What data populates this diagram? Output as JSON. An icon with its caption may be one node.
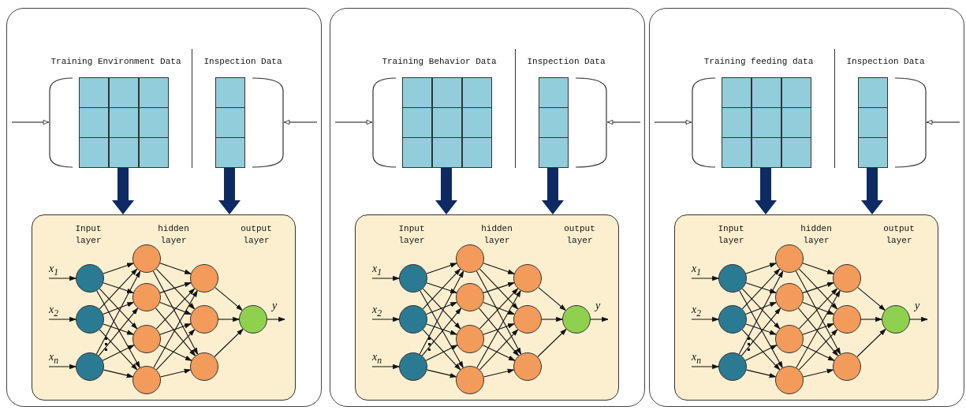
{
  "diagram": {
    "nodes": [
      {
        "text": [],
        "shape": "box"
      },
      {
        "text": [
          "Training Environment Data"
        ],
        "in": 0
      },
      {
        "text": [
          "Inspection Data"
        ],
        "in": 0
      },
      {
        "text": [
          "Input layer",
          "hidden layer",
          "output layer"
        ],
        "in": 0
      },
      {
        "text": [
          "x$_{1}$"
        ],
        "in": 3
      },
      {
        "text": [
          "x$_{2}$"
        ],
        "in": 3
      },
      {
        "text": [
          "x$_{n}$"
        ],
        "in": 3
      },
      {
        "text": [],
        "shape": "circle",
        "in": 3
      },
      {
        "text": [],
        "shape": "circle",
        "in": 3
      },
      {
        "text": [],
        "shape": "circle",
        "in": 3
      },
      {
        "text": [],
        "shape": "circle",
        "in": 3
      },
      {
        "text": [],
        "shape": "circle",
        "in": 3
      },
      {
        "text": [],
        "shape": "circle",
        "in": 3
      },
      {
        "text": [],
        "shape": "circle",
        "in": 3
      },
      {
        "text": [],
        "shape": "circle",
        "in": 3
      },
      {
        "text": [],
        "shape": "circle",
        "in": 3
      },
      {
        "text": [],
        "shape": "circle",
        "in": 3
      },
      {
        "text": [],
        "shape": "circle",
        "in": 3
      },
      {
        "text": [
          "y"
        ],
        "in": 3
      },
      {
        "text": [],
        "shape": "box"
      },
      {
        "text": [
          "Training Behavior Data"
        ],
        "in": 19
      },
      {
        "text": [
          "Inspection Data"
        ],
        "in": 19
      },
      {
        "text": [
          "Input layer",
          "hidden layer",
          "output layer"
        ],
        "in": 19
      },
      {
        "text": [
          "x$_{1}$"
        ],
        "in": 22
      },
      {
        "text": [
          "x$_{2}$"
        ],
        "in": 22
      },
      {
        "text": [
          "x$_{n}$"
        ],
        "in": 22
      },
      {
        "text": [],
        "shape": "circle",
        "in": 22
      },
      {
        "text": [],
        "shape": "circle",
        "in": 22
      },
      {
        "text": [],
        "shape": "circle",
        "in": 22
      },
      {
        "text": [],
        "shape": "circle",
        "in": 22
      },
      {
        "text": [],
        "shape": "circle",
        "in": 22
      },
      {
        "text": [],
        "shape": "circle",
        "in": 22
      },
      {
        "text": [],
        "shape": "circle",
        "in": 22
      },
      {
        "text": [],
        "shape": "circle",
        "in": 22
      },
      {
        "text": [],
        "shape": "circle",
        "in": 22
      },
      {
        "text": [],
        "shape": "circle",
        "in": 22
      },
      {
        "text": [],
        "shape": "circle",
        "in": 22
      },
      {
        "text": [
          "y"
        ],
        "in": 22
      },
      {
        "text": [],
        "shape": "box"
      },
      {
        "text": [
          "Training feeding data"
        ],
        "in": 38
      },
      {
        "text": [
          "Inspection Data"
        ],
        "in": 38
      },
      {
        "text": [
          "Input layer",
          "hidden layer",
          "output layer"
        ],
        "in": 38
      },
      {
        "text": [
          "x$_{1}$"
        ],
        "in": 41
      },
      {
        "text": [
          "x$_{2}$"
        ],
        "in": 41
      },
      {
        "text": [
          "x$_{n}$"
        ],
        "in": 41
      },
      {
        "text": [],
        "shape": "circle",
        "in": 41
      },
      {
        "text": [],
        "shape": "circle",
        "in": 41
      },
      {
        "text": [],
        "shape": "circle",
        "in": 41
      },
      {
        "text": [],
        "shape": "circle",
        "in": 41
      },
      {
        "text": [],
        "shape": "circle",
        "in": 41
      },
      {
        "text": [],
        "shape": "circle",
        "in": 41
      },
      {
        "text": [],
        "shape": "circle",
        "in": 41
      },
      {
        "text": [],
        "shape": "circle",
        "in": 41
      },
      {
        "text": [],
        "shape": "circle",
        "in": 41
      },
      {
        "text": [],
        "shape": "circle",
        "in": 41
      },
      {
        "text": [],
        "shape": "circle",
        "in": 41
      },
      {
        "text": [
          "y"
        ],
        "in": 41
      }
    ],
    "edges": [
      {
        "from": null,
        "to": 1,
        "arrow": "to"
      },
      {
        "from": null,
        "to": 2,
        "arrow": "to"
      },
      {
        "from": 1,
        "to": 3,
        "arrow": "to",
        "style": "thick",
        "color": "#0d2a63"
      },
      {
        "from": 2,
        "to": 3,
        "arrow": "to",
        "style": "thick",
        "color": "#0d2a63"
      },
      {
        "from": 4,
        "to": 7,
        "arrow": "to"
      },
      {
        "from": 5,
        "to": 8,
        "arrow": "to"
      },
      {
        "from": 6,
        "to": 9,
        "arrow": "to"
      },
      {
        "from": 7,
        "to": 10,
        "arrow": "to"
      },
      {
        "from": 7,
        "to": 11,
        "arrow": "to"
      },
      {
        "from": 7,
        "to": 12,
        "arrow": "to"
      },
      {
        "from": 7,
        "to": 13,
        "arrow": "to"
      },
      {
        "from": 8,
        "to": 10,
        "arrow": "to"
      },
      {
        "from": 8,
        "to": 11,
        "arrow": "to"
      },
      {
        "from": 8,
        "to": 12,
        "arrow": "to"
      },
      {
        "from": 8,
        "to": 13,
        "arrow": "to"
      },
      {
        "from": 9,
        "to": 10,
        "arrow": "to"
      },
      {
        "from": 9,
        "to": 11,
        "arrow": "to"
      },
      {
        "from": 9,
        "to": 12,
        "arrow": "to"
      },
      {
        "from": 9,
        "to": 13,
        "arrow": "to"
      },
      {
        "from": 10,
        "to": 14,
        "arrow": "to"
      },
      {
        "from": 10,
        "to": 15,
        "arrow": "to"
      },
      {
        "from": 10,
        "to": 16,
        "arrow": "to"
      },
      {
        "from": 11,
        "to": 14,
        "arrow": "to"
      },
      {
        "from": 11,
        "to": 15,
        "arrow": "to"
      },
      {
        "from": 11,
        "to": 16,
        "arrow": "to"
      },
      {
        "from": 12,
        "to": 14,
        "arrow": "to"
      },
      {
        "from": 12,
        "to": 15,
        "arrow": "to"
      },
      {
        "from": 12,
        "to": 16,
        "arrow": "to"
      },
      {
        "from": 13,
        "to": 14,
        "arrow": "to"
      },
      {
        "from": 13,
        "to": 15,
        "arrow": "to"
      },
      {
        "from": 13,
        "to": 16,
        "arrow": "to"
      },
      {
        "from": 14,
        "to": 17,
        "arrow": "to"
      },
      {
        "from": 15,
        "to": 17,
        "arrow": "to"
      },
      {
        "from": 16,
        "to": 17,
        "arrow": "to"
      },
      {
        "from": 17,
        "to": 18,
        "arrow": "to"
      },
      {
        "from": null,
        "to": 20,
        "arrow": "to"
      },
      {
        "from": null,
        "to": 21,
        "arrow": "to"
      },
      {
        "from": 20,
        "to": 22,
        "arrow": "to",
        "style": "thick",
        "color": "#0d2a63"
      },
      {
        "from": 21,
        "to": 22,
        "arrow": "to",
        "style": "thick",
        "color": "#0d2a63"
      },
      {
        "from": 23,
        "to": 26,
        "arrow": "to"
      },
      {
        "from": 24,
        "to": 27,
        "arrow": "to"
      },
      {
        "from": 25,
        "to": 28,
        "arrow": "to"
      },
      {
        "from": 26,
        "to": 29,
        "arrow": "to"
      },
      {
        "from": 26,
        "to": 30,
        "arrow": "to"
      },
      {
        "from": 26,
        "to": 31,
        "arrow": "to"
      },
      {
        "from": 26,
        "to": 32,
        "arrow": "to"
      },
      {
        "from": 27,
        "to": 29,
        "arrow": "to"
      },
      {
        "from": 27,
        "to": 30,
        "arrow": "to"
      },
      {
        "from": 27,
        "to": 31,
        "arrow": "to"
      },
      {
        "from": 27,
        "to": 32,
        "arrow": "to"
      },
      {
        "from": 28,
        "to": 29,
        "arrow": "to"
      },
      {
        "from": 28,
        "to": 30,
        "arrow": "to"
      },
      {
        "from": 28,
        "to": 31,
        "arrow": "to"
      },
      {
        "from": 28,
        "to": 32,
        "arrow": "to"
      },
      {
        "from": 29,
        "to": 33,
        "arrow": "to"
      },
      {
        "from": 29,
        "to": 34,
        "arrow": "to"
      },
      {
        "from": 29,
        "to": 35,
        "arrow": "to"
      },
      {
        "from": 30,
        "to": 33,
        "arrow": "to"
      },
      {
        "from": 30,
        "to": 34,
        "arrow": "to"
      },
      {
        "from": 30,
        "to": 35,
        "arrow": "to"
      },
      {
        "from": 31,
        "to": 33,
        "arrow": "to"
      },
      {
        "from": 31,
        "to": 34,
        "arrow": "to"
      },
      {
        "from": 31,
        "to": 35,
        "arrow": "to"
      },
      {
        "from": 32,
        "to": 33,
        "arrow": "to"
      },
      {
        "from": 32,
        "to": 34,
        "arrow": "to"
      },
      {
        "from": 32,
        "to": 35,
        "arrow": "to"
      },
      {
        "from": 33,
        "to": 36,
        "arrow": "to"
      },
      {
        "from": 34,
        "to": 36,
        "arrow": "to"
      },
      {
        "from": 35,
        "to": 36,
        "arrow": "to"
      },
      {
        "from": 36,
        "to": 37,
        "arrow": "to"
      },
      {
        "from": null,
        "to": 39,
        "arrow": "to"
      },
      {
        "from": null,
        "to": 40,
        "arrow": "to"
      },
      {
        "from": 39,
        "to": 41,
        "arrow": "to",
        "style": "thick",
        "color": "#0d2a63"
      },
      {
        "from": 40,
        "to": 41,
        "arrow": "to",
        "style": "thick",
        "color": "#0d2a63"
      },
      {
        "from": 42,
        "to": 45,
        "arrow": "to"
      },
      {
        "from": 43,
        "to": 46,
        "arrow": "to"
      },
      {
        "from": 44,
        "to": 47,
        "arrow": "to"
      },
      {
        "from": 45,
        "to": 48,
        "arrow": "to"
      },
      {
        "from": 45,
        "to": 49,
        "arrow": "to"
      },
      {
        "from": 45,
        "to": 50,
        "arrow": "to"
      },
      {
        "from": 45,
        "to": 51,
        "arrow": "to"
      },
      {
        "from": 46,
        "to": 48,
        "arrow": "to"
      },
      {
        "from": 46,
        "to": 49,
        "arrow": "to"
      },
      {
        "from": 46,
        "to": 50,
        "arrow": "to"
      },
      {
        "from": 46,
        "to": 51,
        "arrow": "to"
      },
      {
        "from": 47,
        "to": 48,
        "arrow": "to"
      },
      {
        "from": 47,
        "to": 49,
        "arrow": "to"
      },
      {
        "from": 47,
        "to": 50,
        "arrow": "to"
      },
      {
        "from": 47,
        "to": 51,
        "arrow": "to"
      },
      {
        "from": 48,
        "to": 52,
        "arrow": "to"
      },
      {
        "from": 48,
        "to": 53,
        "arrow": "to"
      },
      {
        "from": 48,
        "to": 54,
        "arrow": "to"
      },
      {
        "from": 49,
        "to": 52,
        "arrow": "to"
      },
      {
        "from": 49,
        "to": 53,
        "arrow": "to"
      },
      {
        "from": 49,
        "to": 54,
        "arrow": "to"
      },
      {
        "from": 50,
        "to": 52,
        "arrow": "to"
      },
      {
        "from": 50,
        "to": 53,
        "arrow": "to"
      },
      {
        "from": 50,
        "to": 54,
        "arrow": "to"
      },
      {
        "from": 51,
        "to": 52,
        "arrow": "to"
      },
      {
        "from": 51,
        "to": 53,
        "arrow": "to"
      },
      {
        "from": 51,
        "to": 54,
        "arrow": "to"
      },
      {
        "from": 52,
        "to": 55,
        "arrow": "to"
      },
      {
        "from": 53,
        "to": 55,
        "arrow": "to"
      },
      {
        "from": 54,
        "to": 55,
        "arrow": "to"
      },
      {
        "from": 55,
        "to": 56,
        "arrow": "to"
      }
    ]
  }
}
